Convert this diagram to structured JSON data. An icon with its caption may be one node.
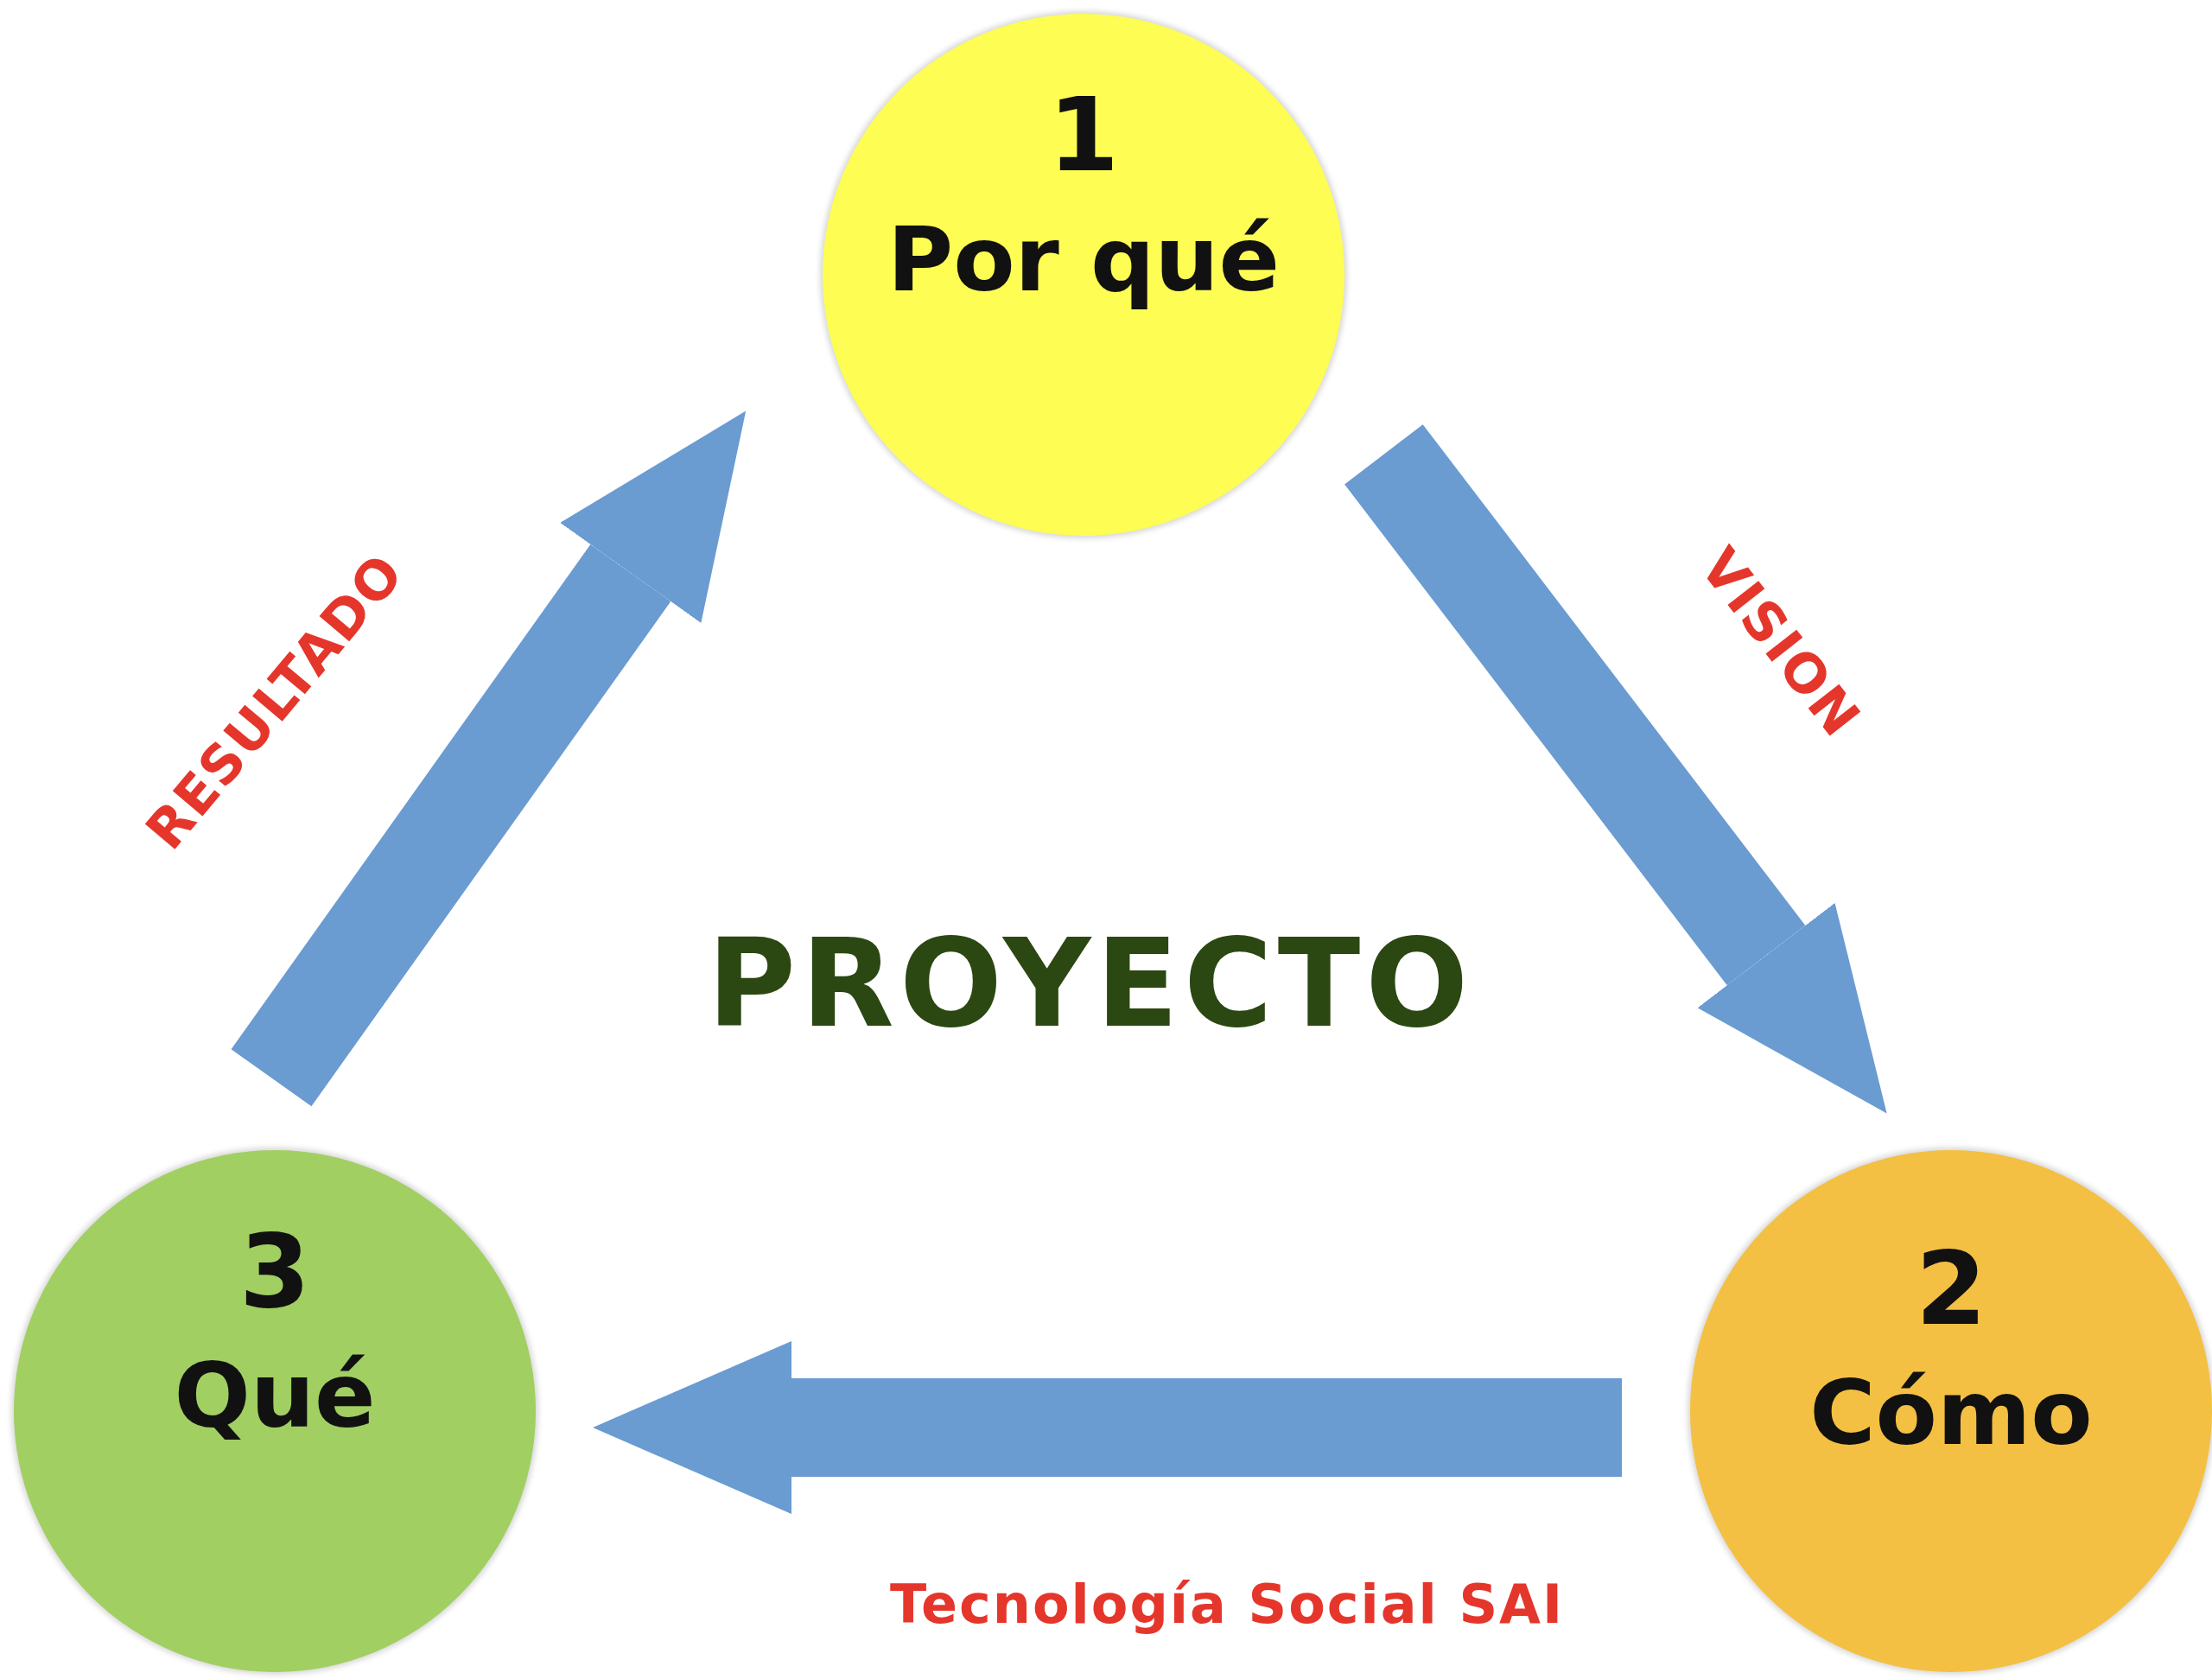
{
  "diagram": {
    "nodes": [
      {
        "text": [
          "1",
          "Por qué"
        ]
      },
      {
        "text": [
          "2",
          "Cómo"
        ]
      },
      {
        "text": [
          "3",
          "Qué"
        ]
      }
    ],
    "edges": [
      {
        "from": 0,
        "to": 1,
        "arrow": "to",
        "label": "VISION"
      },
      {
        "from": 1,
        "to": 2,
        "arrow": "to",
        "label": "Tecnología Social SAI"
      },
      {
        "from": 2,
        "to": 0,
        "arrow": "to",
        "label": "RESULTADO"
      }
    ],
    "labels": [
      "PROYECTO"
    ]
  }
}
